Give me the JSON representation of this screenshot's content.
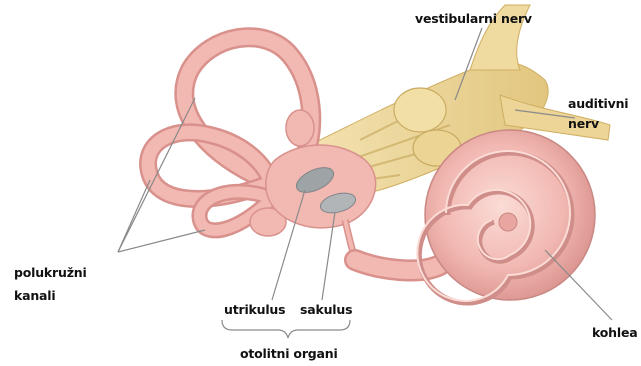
{
  "labels": {
    "vestibular_nerve": "vestibularni nerv",
    "auditory_nerve_line1": "auditivni",
    "auditory_nerve_line2": "nerv",
    "semicircular_line1": "polukružni",
    "semicircular_line2": "kanali",
    "utricle": "utrikulus",
    "saccule": "sakulus",
    "otolith_organs": "otolitni organi",
    "cochlea": "kohlea"
  },
  "colors": {
    "labyrinth_fill": "#f2b8b2",
    "labyrinth_shade": "#d9918c",
    "labyrinth_highlight": "#fbdcd6",
    "nerve_fill": "#efdba0",
    "nerve_shade": "#d9bd72",
    "otolith_gray": "#9ea3a6",
    "leader_line": "#8a8a8a"
  },
  "icons": [
    "inner-ear-illustration"
  ]
}
